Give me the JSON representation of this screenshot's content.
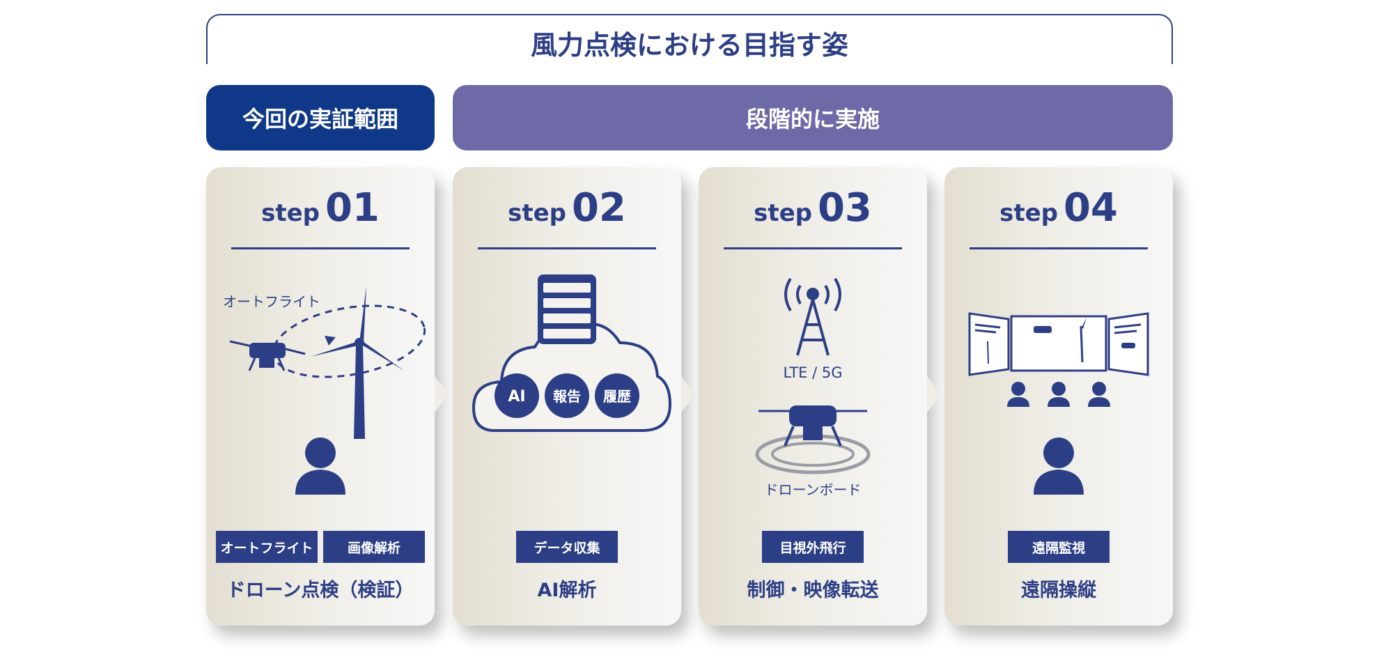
{
  "header": {
    "title": "風力点検における目指す姿"
  },
  "banners": {
    "scope": "今回の実証範囲",
    "phase": "段階的に実施"
  },
  "steps": [
    {
      "word": "step",
      "num": "01",
      "art_label": "オートフライト",
      "tags": [
        "オートフライト",
        "画像解析"
      ],
      "caption": "ドローン点検（検証）"
    },
    {
      "word": "step",
      "num": "02",
      "chips": [
        "AI",
        "報告",
        "履歴"
      ],
      "tags": [
        "データ収集"
      ],
      "caption": "AI解析"
    },
    {
      "word": "step",
      "num": "03",
      "art_label": "LTE / 5G",
      "art_label2": "ドローンボード",
      "tags": [
        "目視外飛行"
      ],
      "caption": "制御・映像転送"
    },
    {
      "word": "step",
      "num": "04",
      "tags": [
        "遠隔監視"
      ],
      "caption": "遠隔操縦"
    }
  ],
  "colors": {
    "navy": "#2c3e85",
    "deep_blue": "#0f3889",
    "purple": "#6e6aa8"
  }
}
